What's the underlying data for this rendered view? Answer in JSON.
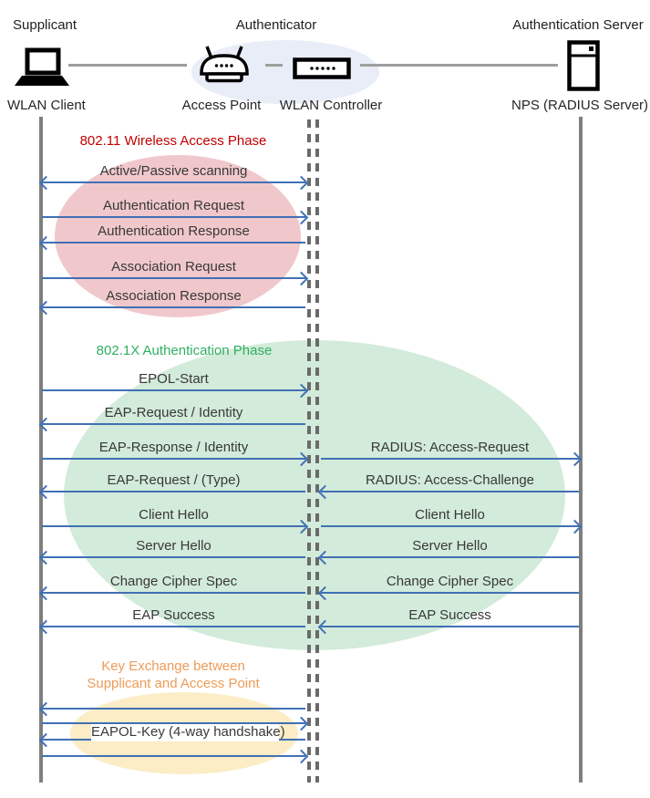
{
  "header": {
    "roles": [
      {
        "label": "Supplicant"
      },
      {
        "label": "Authenticator"
      },
      {
        "label": "Authentication Server"
      }
    ],
    "nodes": [
      {
        "label": "WLAN Client",
        "icon": "laptop-icon"
      },
      {
        "label": "Access Point",
        "icon": "access-point-icon"
      },
      {
        "label": "WLAN Controller",
        "icon": "wlan-controller-icon"
      },
      {
        "label": "NPS (RADIUS Server)",
        "icon": "server-icon"
      }
    ]
  },
  "phases": [
    {
      "title": "802.11 Wireless Access Phase",
      "title_color": "#C00000",
      "ellipse_color": "#F0C8CB"
    },
    {
      "title": "802.1X Authentication Phase",
      "title_color": "#2FAF62",
      "ellipse_color": "#D3EBDA"
    },
    {
      "title_line1": "Key Exchange between",
      "title_line2": "Supplicant and Access Point",
      "title_color": "#ED9C58",
      "ellipse_color": "#FCEDC6"
    }
  ],
  "messages": [
    {
      "label": "Active/Passive scanning",
      "from": "WLAN Client",
      "to": "WLAN Controller",
      "direction": "both"
    },
    {
      "label": "Authentication Request",
      "from": "WLAN Client",
      "to": "WLAN Controller",
      "direction": "right"
    },
    {
      "label": "Authentication Response",
      "from": "WLAN Controller",
      "to": "WLAN Client",
      "direction": "left"
    },
    {
      "label": "Association Request",
      "from": "WLAN Client",
      "to": "WLAN Controller",
      "direction": "right"
    },
    {
      "label": "Association Response",
      "from": "WLAN Controller",
      "to": "WLAN Client",
      "direction": "left"
    },
    {
      "label": "EPOL-Start",
      "from": "WLAN Client",
      "to": "WLAN Controller",
      "direction": "right"
    },
    {
      "label": "EAP-Request / Identity",
      "from": "WLAN Controller",
      "to": "WLAN Client",
      "direction": "left"
    },
    {
      "label": "EAP-Response / Identity",
      "from": "WLAN Client",
      "to": "WLAN Controller",
      "direction": "right"
    },
    {
      "label": "RADIUS: Access-Request",
      "from": "WLAN Controller",
      "to": "NPS (RADIUS Server)",
      "direction": "right"
    },
    {
      "label": "EAP-Request / (Type)",
      "from": "WLAN Controller",
      "to": "WLAN Client",
      "direction": "left"
    },
    {
      "label": "RADIUS: Access-Challenge",
      "from": "NPS (RADIUS Server)",
      "to": "WLAN Controller",
      "direction": "left"
    },
    {
      "label": "Client Hello",
      "from": "WLAN Client",
      "to": "WLAN Controller",
      "direction": "right"
    },
    {
      "label": "Client Hello",
      "from": "WLAN Controller",
      "to": "NPS (RADIUS Server)",
      "direction": "right"
    },
    {
      "label": "Server Hello",
      "from": "WLAN Controller",
      "to": "WLAN Client",
      "direction": "left"
    },
    {
      "label": "Server Hello",
      "from": "NPS (RADIUS Server)",
      "to": "WLAN Controller",
      "direction": "left"
    },
    {
      "label": "Change Cipher Spec",
      "from": "WLAN Controller",
      "to": "WLAN Client",
      "direction": "left"
    },
    {
      "label": "Change Cipher Spec",
      "from": "NPS (RADIUS Server)",
      "to": "WLAN Controller",
      "direction": "left"
    },
    {
      "label": "EAP Success",
      "from": "WLAN Controller",
      "to": "WLAN Client",
      "direction": "left"
    },
    {
      "label": "EAP Success",
      "from": "NPS (RADIUS Server)",
      "to": "WLAN Controller",
      "direction": "left"
    }
  ],
  "key_exchange": {
    "label": "EAPOL-Key (4-way handshake)",
    "arrow_directions": [
      "left",
      "right",
      "left",
      "right"
    ]
  },
  "colors": {
    "arrow": "#4170B4",
    "lifeline": "#7F7F7F",
    "lifeline_dashed": "#6A6A6A",
    "message_text": "#383838"
  }
}
